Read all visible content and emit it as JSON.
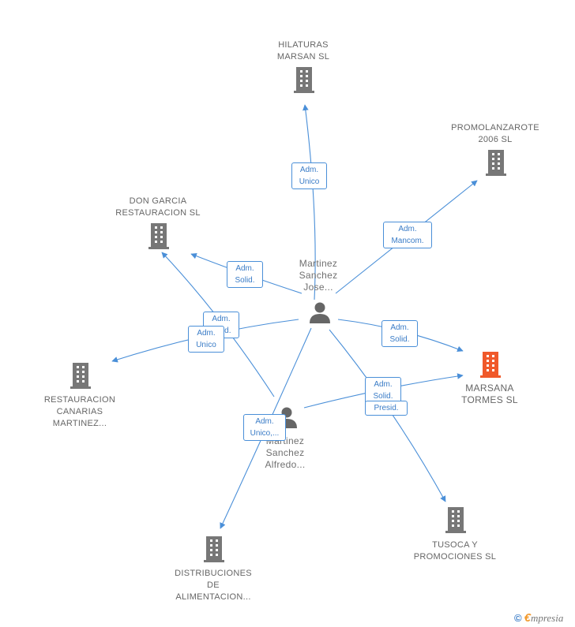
{
  "colors": {
    "edge": "#4a8fd8",
    "building": "#777777",
    "building_highlight": "#f0592a",
    "person": "#666666"
  },
  "companies": {
    "hilaturas": {
      "line1": "HILATURAS",
      "line2": "MARSAN  SL",
      "icon": "building-icon"
    },
    "promolanzarote": {
      "line1": "PROMOLANZAROTE",
      "line2": "2006 SL",
      "icon": "building-icon"
    },
    "don_garcia": {
      "line1": "DON GARCIA",
      "line2": "RESTAURACION SL",
      "icon": "building-icon"
    },
    "restauracion_canarias": {
      "line1": "RESTAURACION",
      "line2": "CANARIAS",
      "line3": "MARTINEZ...",
      "icon": "building-icon"
    },
    "marsana": {
      "line1": "MARSANA",
      "line2": "TORMES SL",
      "icon": "building-icon",
      "highlight": true
    },
    "tusoca": {
      "line1": "TUSOCA Y",
      "line2": "PROMOCIONES SL",
      "icon": "building-icon"
    },
    "distribuciones": {
      "line1": "DISTRIBUCIONES",
      "line2": "DE",
      "line3": "ALIMENTACION...",
      "icon": "building-icon"
    }
  },
  "persons": {
    "jose": {
      "line1": "Martinez",
      "line2": "Sanchez",
      "line3": "Jose...",
      "icon": "person-icon"
    },
    "alfredo": {
      "line1": "Martinez",
      "line2": "Sanchez",
      "line3": "Alfredo...",
      "icon": "person-icon"
    }
  },
  "edges": {
    "hilaturas": {
      "line1": "Adm.",
      "line2": "Unico"
    },
    "promolanzarote": {
      "line1": "Adm.",
      "line2": "Mancom."
    },
    "don_garcia_jose": {
      "line1": "Adm.",
      "line2": "Solid."
    },
    "don_garcia_alfredo": {
      "line1": "Adm.",
      "line2": "Solid."
    },
    "canarias": {
      "line1": "Adm.",
      "line2": "Unico"
    },
    "marsana_jose": {
      "line1": "Adm.",
      "line2": "Solid."
    },
    "marsana_alfredo": {
      "line1": "Adm.",
      "line2": "Solid."
    },
    "tusoca": {
      "line1": "Presid."
    },
    "distribuciones": {
      "line1": "Adm.",
      "line2": "Unico,..."
    }
  },
  "footer": {
    "copyright": "©",
    "brand_e": "€",
    "brand_rest": "mpresia"
  }
}
